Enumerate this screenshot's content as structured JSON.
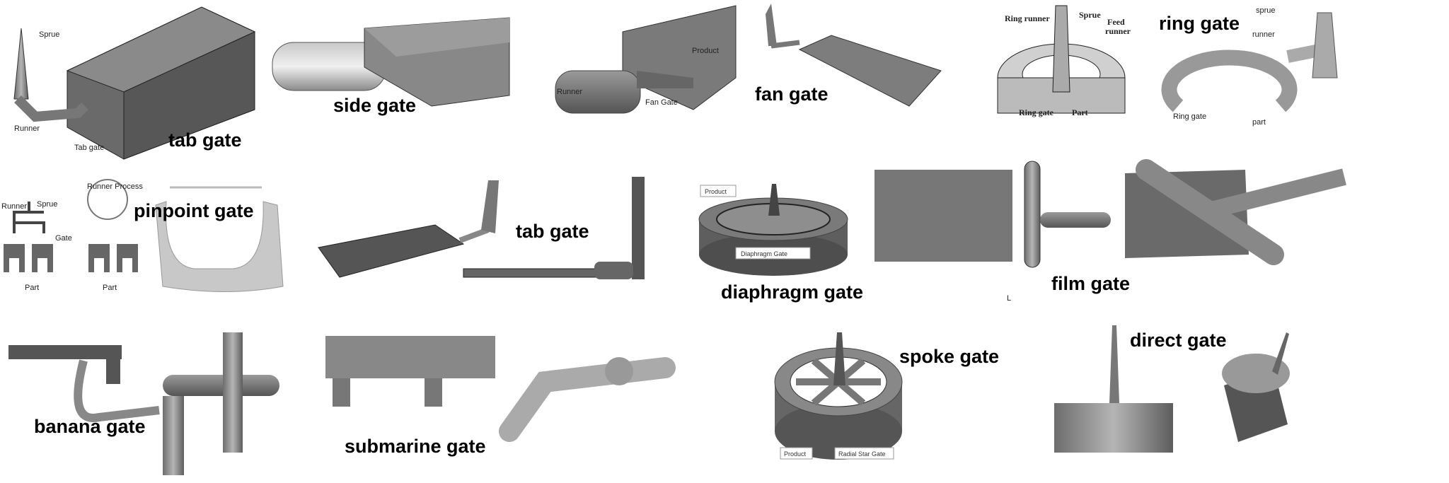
{
  "panels": {
    "tab_gate_1": {
      "title": "tab gate",
      "labels": {
        "sprue": "Sprue",
        "runner": "Runner",
        "gate": "Tab gate"
      }
    },
    "side_gate": {
      "title": "side gate"
    },
    "fan_gate": {
      "title": "fan gate",
      "labels": {
        "product": "Product",
        "runner": "Runner",
        "gate": "Fan Gate"
      }
    },
    "ring_gate_1": {
      "labels": {
        "ring_runner": "Ring runner",
        "sprue": "Sprue",
        "feed_runner_1": "Feed",
        "feed_runner_2": "runner",
        "ring_gate": "Ring gate",
        "part": "Part"
      }
    },
    "ring_gate_2": {
      "title": "ring gate",
      "labels": {
        "sprue": "sprue",
        "runner": "runner",
        "ring_gate": "Ring gate",
        "part": "part"
      }
    },
    "pinpoint_gate": {
      "title": "pinpoint gate",
      "labels": {
        "runner": "Runner",
        "sprue": "Sprue",
        "gate": "Gate",
        "part_1": "Part",
        "runner_process": "Runner Process",
        "part_2": "Part"
      }
    },
    "tab_gate_2": {
      "title": "tab gate"
    },
    "diaphragm_gate": {
      "title": "diaphragm gate",
      "labels": {
        "product": "Product",
        "gate": "Diaphragm Gate"
      }
    },
    "film_gate": {
      "title": "film gate",
      "labels": {
        "length": "L"
      }
    },
    "banana_gate": {
      "title": "banana gate"
    },
    "submarine_gate": {
      "title": "submarine gate"
    },
    "spoke_gate": {
      "title": "spoke gate",
      "labels": {
        "product": "Product",
        "gate": "Radial Star Gate"
      }
    },
    "direct_gate": {
      "title": "direct gate"
    }
  }
}
